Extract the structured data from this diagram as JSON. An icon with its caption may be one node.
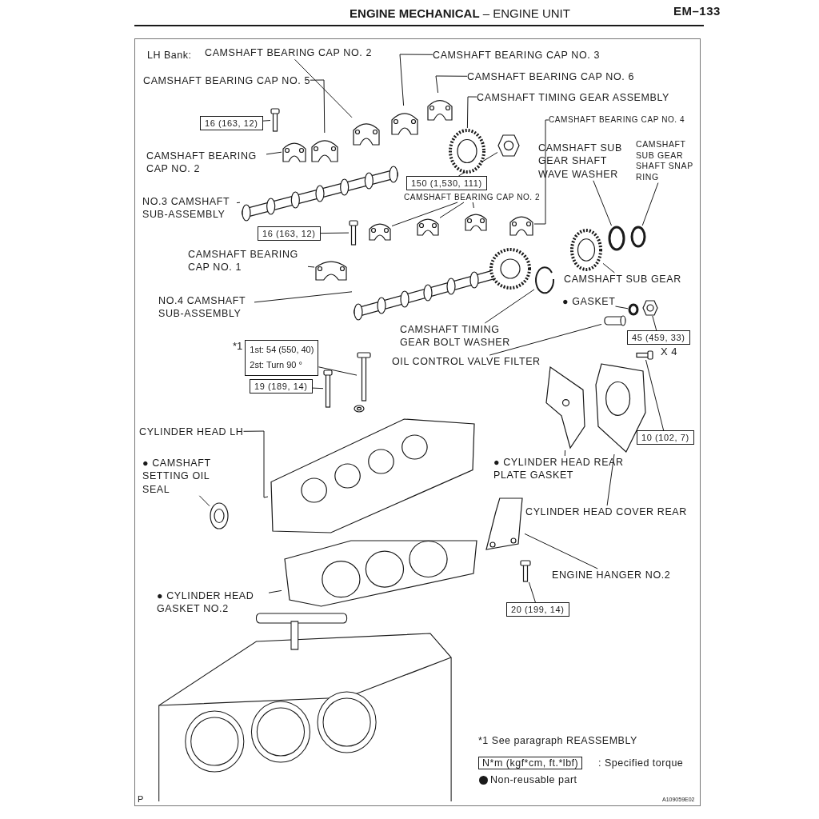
{
  "diagram": {
    "title": "**ENGINE MECHANICAL**  –  ENGINE UNIT",
    "nodes": [
      {
        "text": [
          "CAMSHAFT BEARING CAP NO. 2"
        ]
      },
      {
        "text": [],
        "shape": "picture"
      },
      {
        "text": [
          "CAMSHAFT BEARING CAP NO. 3"
        ]
      },
      {
        "text": [],
        "shape": "picture"
      },
      {
        "text": [
          "CAMSHAFT BEARING CAP NO. 5"
        ]
      },
      {
        "text": [],
        "shape": "picture"
      },
      {
        "text": [
          "CAMSHAFT BEARING CAP NO. 6"
        ]
      },
      {
        "text": [],
        "shape": "picture"
      },
      {
        "text": [
          "CAMSHAFT TIMING GEAR ASSEMBLY"
        ]
      },
      {
        "text": [],
        "shape": "picture"
      },
      {
        "text": [
          "16 (163, 12)"
        ]
      },
      {
        "text": [],
        "shape": "picture"
      },
      {
        "text": [
          "CAMSHAFT BEARING CAP NO. 2"
        ]
      },
      {
        "text": [],
        "shape": "picture"
      },
      {
        "text": [
          "CAMSHAFT BEARING CAP NO. 4"
        ]
      },
      {
        "text": [],
        "shape": "picture"
      },
      {
        "text": [
          "150 (1,530, 111)"
        ]
      },
      {
        "text": [],
        "shape": "picture"
      },
      {
        "text": [
          "CAMSHAFT SUB GEAR SHAFT WAVE WASHER"
        ]
      },
      {
        "text": [],
        "shape": "circle"
      },
      {
        "text": [
          "CAMSHAFT SUB GEAR SHAFT SNAP RING"
        ]
      },
      {
        "text": [],
        "shape": "circle"
      },
      {
        "text": [
          "NO.3 CAMSHAFT SUB-ASSEMBLY"
        ]
      },
      {
        "text": [],
        "shape": "picture"
      },
      {
        "text": [
          "CAMSHAFT BEARING CAP NO. 2"
        ]
      },
      {
        "text": [],
        "shape": "picture"
      },
      {
        "text": [],
        "shape": "picture"
      },
      {
        "text": [],
        "shape": "picture"
      },
      {
        "text": [
          "16 (163, 12)"
        ]
      },
      {
        "text": [],
        "shape": "picture"
      },
      {
        "text": [
          "CAMSHAFT BEARING CAP NO. 1"
        ]
      },
      {
        "text": [],
        "shape": "picture"
      },
      {
        "text": [
          "NO.4 CAMSHAFT SUB-ASSEMBLY"
        ]
      },
      {
        "text": [],
        "shape": "picture"
      },
      {
        "text": [
          "CAMSHAFT SUB GEAR"
        ]
      },
      {
        "text": [],
        "shape": "picture"
      },
      {
        "text": [
          "CAMSHAFT TIMING GEAR BOLT WASHER"
        ]
      },
      {
        "text": [],
        "shape": "picture"
      },
      {
        "text": [
          "● GASKET"
        ]
      },
      {
        "text": [],
        "shape": "circle"
      },
      {
        "text": [],
        "shape": "picture"
      },
      {
        "text": [
          "45 (459, 33)"
        ]
      },
      {
        "text": [
          "1st: 54 (550, 40)",
          "2st: Turn 90 °"
        ],
        "beside": [
          "*1"
        ]
      },
      {
        "text": [],
        "shape": "picture"
      },
      {
        "text": [
          "19 (189, 14)"
        ]
      },
      {
        "text": [],
        "shape": "picture"
      },
      {
        "text": [
          "OIL CONTROL VALVE FILTER"
        ]
      },
      {
        "text": [],
        "shape": "cylinder"
      },
      {
        "text": [],
        "shape": "picture"
      },
      {
        "text": [
          "10 (102, 7)"
        ]
      },
      {
        "text": [
          "CYLINDER HEAD LH"
        ]
      },
      {
        "text": [],
        "shape": "picture"
      },
      {
        "text": [
          "● CAMSHAFT SETTING OIL SEAL"
        ]
      },
      {
        "text": [],
        "shape": "picture"
      },
      {
        "text": [
          "● CYLINDER HEAD REAR PLATE GASKET"
        ]
      },
      {
        "text": [],
        "shape": "picture"
      },
      {
        "text": [
          "CYLINDER HEAD COVER REAR"
        ]
      },
      {
        "text": [],
        "shape": "picture"
      },
      {
        "text": [
          "ENGINE HANGER NO.2"
        ]
      },
      {
        "text": [],
        "shape": "picture"
      },
      {
        "text": [],
        "shape": "picture"
      },
      {
        "text": [
          "20 (199, 14)"
        ]
      },
      {
        "text": [
          "● CYLINDER HEAD GASKET NO.2"
        ]
      },
      {
        "text": [],
        "shape": "picture"
      }
    ],
    "edges": [
      {
        "from": 0,
        "to": 1,
        "arrow": "none"
      },
      {
        "from": 2,
        "to": 3,
        "arrow": "none"
      },
      {
        "from": 4,
        "to": 5,
        "arrow": "none"
      },
      {
        "from": 6,
        "to": 7,
        "arrow": "none"
      },
      {
        "from": 8,
        "to": 9,
        "arrow": "none"
      },
      {
        "from": 10,
        "to": 11,
        "arrow": "none"
      },
      {
        "from": 12,
        "to": 13,
        "arrow": "none"
      },
      {
        "from": 14,
        "to": 15,
        "arrow": "none"
      },
      {
        "from": 16,
        "to": 17,
        "arrow": "none"
      },
      {
        "from": 18,
        "to": 19,
        "arrow": "none"
      },
      {
        "from": 20,
        "to": 21,
        "arrow": "none"
      },
      {
        "from": 22,
        "to": 23,
        "arrow": "none"
      },
      {
        "from": 24,
        "to": 25,
        "arrow": "none"
      },
      {
        "from": 24,
        "to": 26,
        "arrow": "none"
      },
      {
        "from": 24,
        "to": 27,
        "arrow": "none"
      },
      {
        "from": 28,
        "to": 29,
        "arrow": "none"
      },
      {
        "from": 30,
        "to": 31,
        "arrow": "none"
      },
      {
        "from": 32,
        "to": 33,
        "arrow": "none"
      },
      {
        "from": 34,
        "to": 35,
        "arrow": "none"
      },
      {
        "from": 36,
        "to": 37,
        "arrow": "none"
      },
      {
        "from": 38,
        "to": 39,
        "arrow": "none"
      },
      {
        "from": 41,
        "to": 40,
        "arrow": "none"
      },
      {
        "from": 42,
        "to": 43,
        "arrow": "none"
      },
      {
        "from": 44,
        "to": 45,
        "arrow": "none"
      },
      {
        "from": 46,
        "to": 47,
        "arrow": "none"
      },
      {
        "from": 49,
        "to": 48,
        "arrow": "none"
      },
      {
        "from": 50,
        "to": 51,
        "arrow": "none"
      },
      {
        "from": 52,
        "to": 53,
        "arrow": "none"
      },
      {
        "from": 54,
        "to": 55,
        "arrow": "none"
      },
      {
        "from": 56,
        "to": 57,
        "arrow": "none"
      },
      {
        "from": 58,
        "to": 59,
        "arrow": "none"
      },
      {
        "from": 61,
        "to": 60,
        "arrow": "none"
      },
      {
        "from": 62,
        "to": 63,
        "arrow": "none"
      }
    ],
    "labels": [
      "EM–133",
      "LH Bank:",
      "X 4",
      "*1 See paragraph REASSEMBLY",
      "N*m (kgf*cm, ft.*lbf)",
      ": Specified torque",
      "P",
      "A109059E02"
    ],
    "legend": [
      {
        "text": "Non-reusable part"
      }
    ]
  }
}
